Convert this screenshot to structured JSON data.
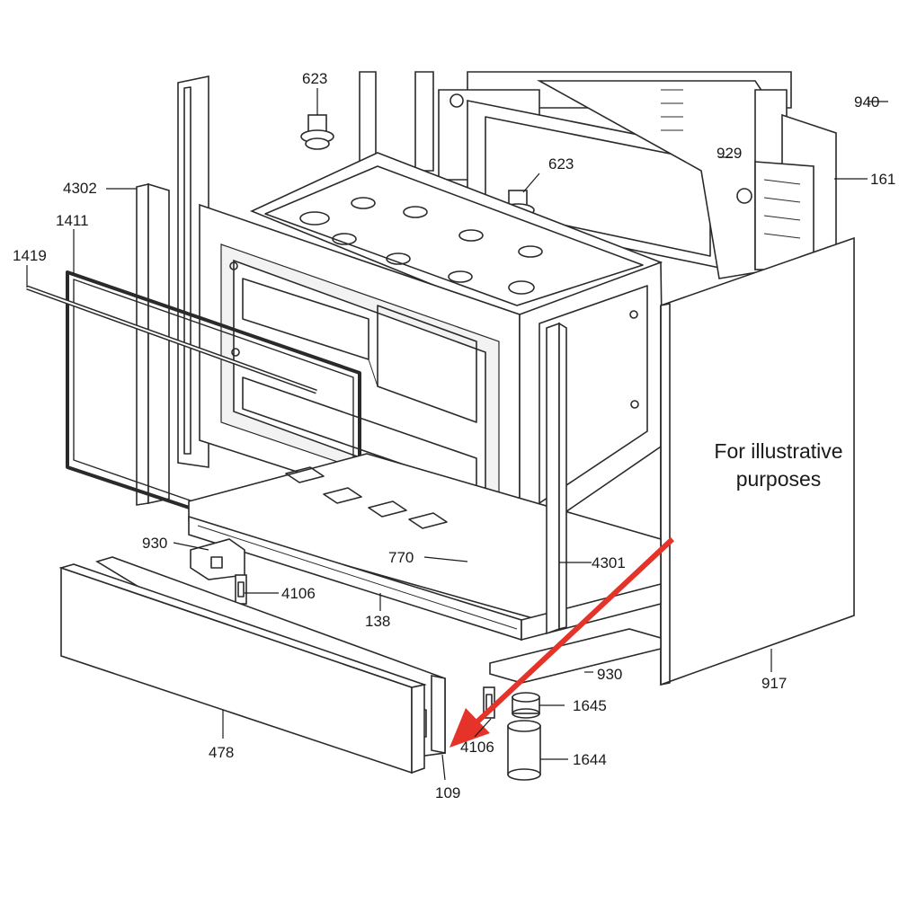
{
  "labels": {
    "l623a": "623",
    "l940": "940",
    "l929": "929",
    "l623b": "623",
    "l161": "161",
    "l4302": "4302",
    "l1411": "1411",
    "l1419": "1419",
    "l930a": "930",
    "l770": "770",
    "l4301": "4301",
    "l4106a": "4106",
    "l138": "138",
    "l930b": "930",
    "l917": "917",
    "l1645": "1645",
    "l4106b": "4106",
    "l1644": "1644",
    "l478": "478",
    "l109": "109"
  },
  "note": {
    "line1": "For illustrative",
    "line2": "purposes"
  },
  "colors": {
    "arrow": "#e5332a",
    "line": "#2a2a2a"
  }
}
